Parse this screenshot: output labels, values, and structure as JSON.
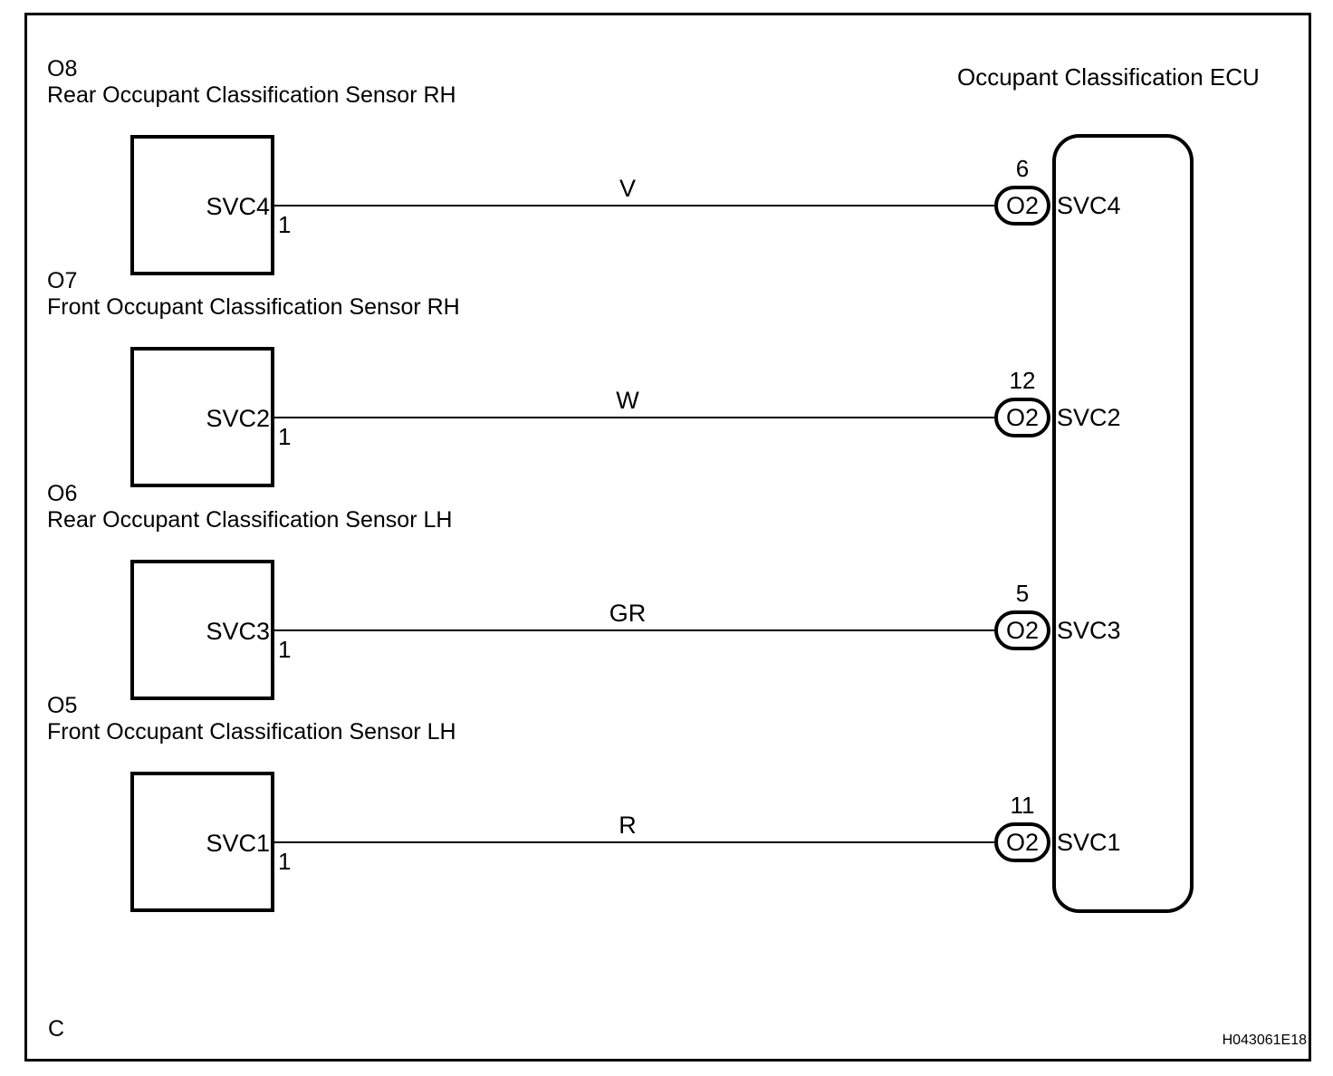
{
  "ecu": {
    "title": "Occupant Classification ECU"
  },
  "footer": {
    "mark": "C",
    "code": "H043061E18"
  },
  "colors": {
    "line": "#000000",
    "background": "#ffffff"
  },
  "rows": [
    {
      "section_id": "O8",
      "section_name": "Rear Occupant Classification Sensor RH",
      "box_label": "SVC4",
      "box_pin": "1",
      "wire_label": "V",
      "ecu_pin_number": "6",
      "connector_label": "O2",
      "ecu_pin_label": "SVC4"
    },
    {
      "section_id": "O7",
      "section_name": "Front Occupant Classification Sensor RH",
      "box_label": "SVC2",
      "box_pin": "1",
      "wire_label": "W",
      "ecu_pin_number": "12",
      "connector_label": "O2",
      "ecu_pin_label": "SVC2"
    },
    {
      "section_id": "O6",
      "section_name": "Rear Occupant Classification Sensor LH",
      "box_label": "SVC3",
      "box_pin": "1",
      "wire_label": "GR",
      "ecu_pin_number": "5",
      "connector_label": "O2",
      "ecu_pin_label": "SVC3"
    },
    {
      "section_id": "O5",
      "section_name": "Front Occupant Classification Sensor LH",
      "box_label": "SVC1",
      "box_pin": "1",
      "wire_label": "R",
      "ecu_pin_number": "11",
      "connector_label": "O2",
      "ecu_pin_label": "SVC1"
    }
  ]
}
